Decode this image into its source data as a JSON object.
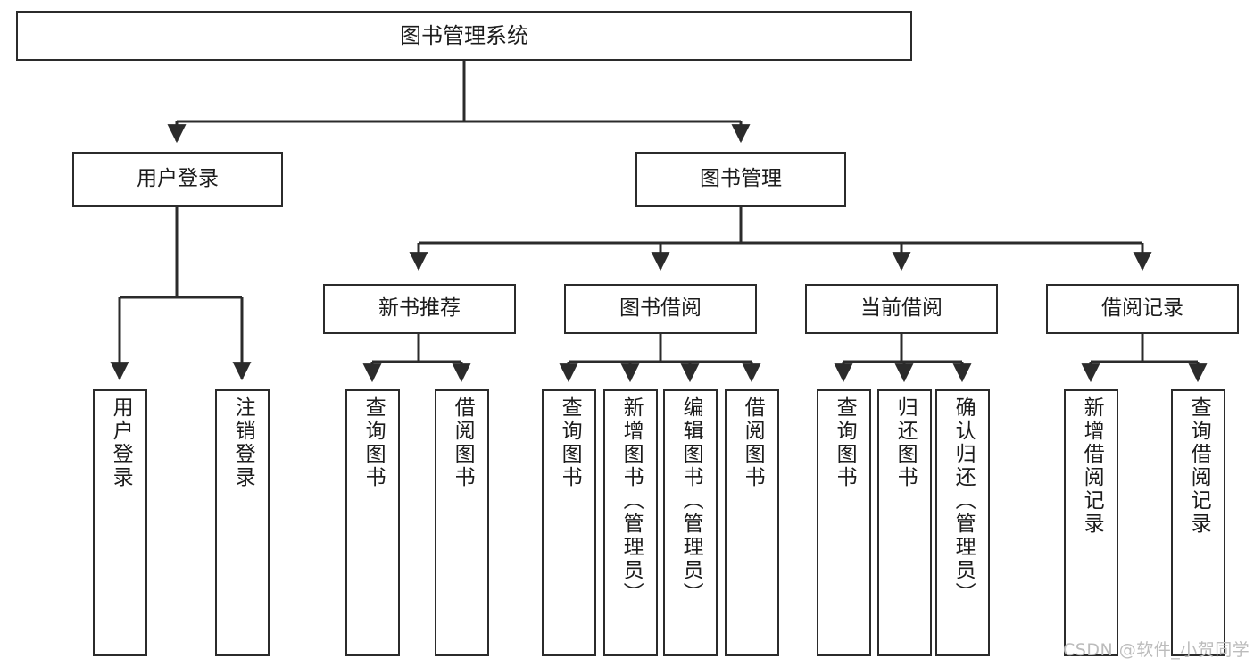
{
  "diagram": {
    "title": "图书管理系统",
    "type": "hierarchy-tree",
    "watermark": "CSDN @软件_小贺同学",
    "colors": {
      "box_border": "#2b2b2b",
      "connector": "#2b2b2b",
      "background": "#ffffff",
      "text": "#1c1c1c",
      "watermark": "#bcbcbc"
    },
    "levels": {
      "root": {
        "label": "图书管理系统"
      },
      "level2": [
        {
          "label": "用户登录"
        },
        {
          "label": "图书管理"
        }
      ],
      "level3": [
        {
          "label": "新书推荐"
        },
        {
          "label": "图书借阅"
        },
        {
          "label": "当前借阅"
        },
        {
          "label": "借阅记录"
        }
      ],
      "leaves": {
        "user_login": [
          {
            "label": "用户登录"
          },
          {
            "label": "注销登录"
          }
        ],
        "new_book_recommend": [
          {
            "label": "查询图书"
          },
          {
            "label": "借阅图书"
          }
        ],
        "book_borrow": [
          {
            "label": "查询图书"
          },
          {
            "label": "新增图书（管理员）"
          },
          {
            "label": "编辑图书（管理员）"
          },
          {
            "label": "借阅图书"
          }
        ],
        "current_borrow": [
          {
            "label": "查询图书"
          },
          {
            "label": "归还图书"
          },
          {
            "label": "确认归还（管理员）"
          }
        ],
        "borrow_record": [
          {
            "label": "新增借阅记录"
          },
          {
            "label": "查询借阅记录"
          }
        ]
      }
    }
  }
}
